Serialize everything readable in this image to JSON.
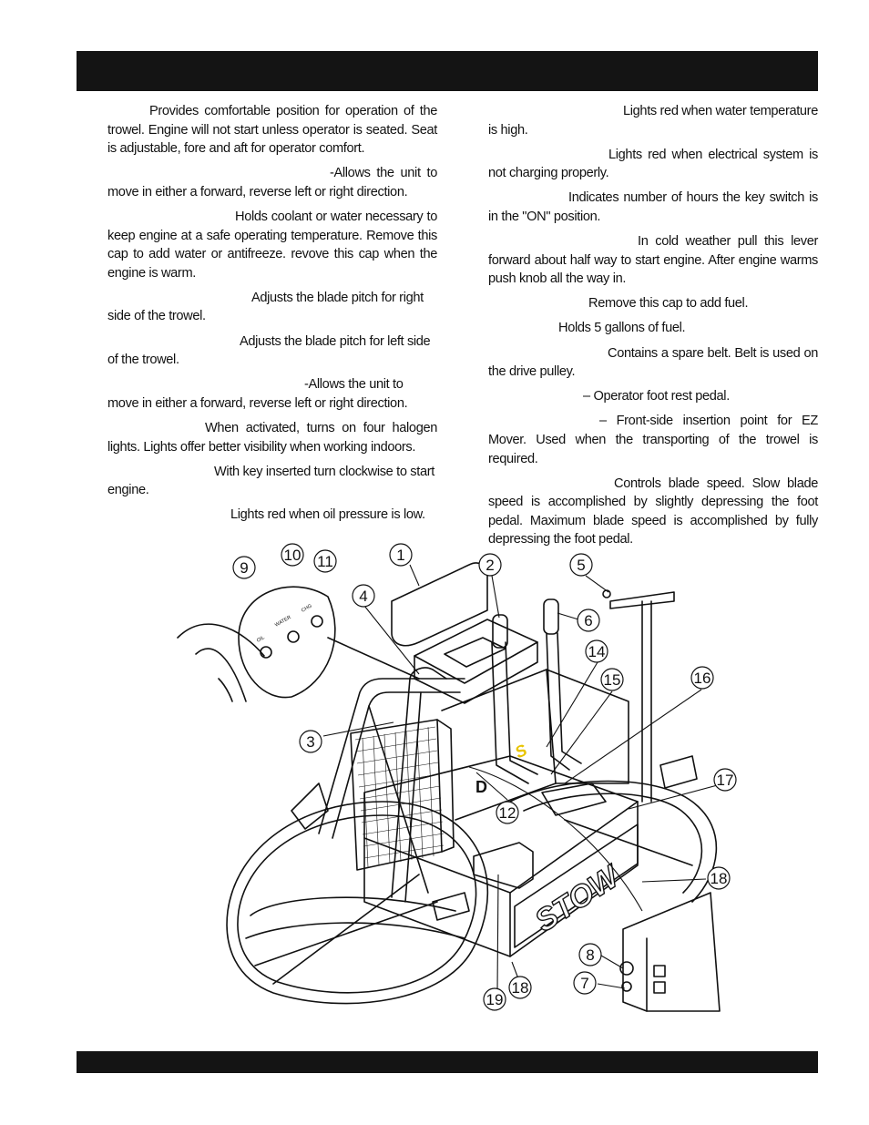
{
  "header_bar": "",
  "footer_bar": "",
  "left_column": [
    "Provides comfortable position for operation of the trowel. Engine will not start unless operator is seated. Seat is adjustable, fore and aft for operator comfort.",
    "-Allows the unit to move in either a forward, reverse left or right direction.",
    "Holds coolant or water necessary to keep engine at a safe operating temperature. Remove this cap to add water or antifreeze.           revove this cap when the engine is warm.",
    "Adjusts the blade pitch for  right side of the trowel.",
    "Adjusts the blade pitch for  left side of the trowel.",
    "-Allows the unit to move in either a forward, reverse left or right direction.",
    "When activated, turns on four halogen lights. Lights offer better visibility when working indoors.",
    "With key inserted turn clockwise to start engine.",
    "Lights red when oil pressure is low."
  ],
  "right_column": [
    "Lights red when water temperature is high.",
    "Lights red when electrical system is not charging properly.",
    "Indicates number of hours the key switch is in the \"ON\" position.",
    "In cold weather pull this lever forward about half way to start engine.  After engine warms push knob all the way in.",
    "Remove this cap to add fuel.",
    "Holds 5 gallons of fuel.",
    "Contains a spare belt. Belt is used on the drive pulley.",
    "– Operator foot rest pedal.",
    "– Front-side insertion point for EZ Mover. Used when the transporting of the trowel is required.",
    "Controls blade speed. Slow blade speed is accomplished by slightly depressing the foot pedal. Maximum blade speed is accomplished by fully depressing the foot pedal."
  ],
  "figure": {
    "callouts": [
      "1",
      "2",
      "3",
      "4",
      "5",
      "6",
      "7",
      "8",
      "9",
      "10",
      "11",
      "12",
      "14",
      "15",
      "16",
      "17",
      "18",
      "18",
      "19"
    ],
    "panel_labels": [
      "OIL",
      "WATER",
      "CHG"
    ],
    "brand": "STOW",
    "decal": "S",
    "decal2": "D"
  }
}
